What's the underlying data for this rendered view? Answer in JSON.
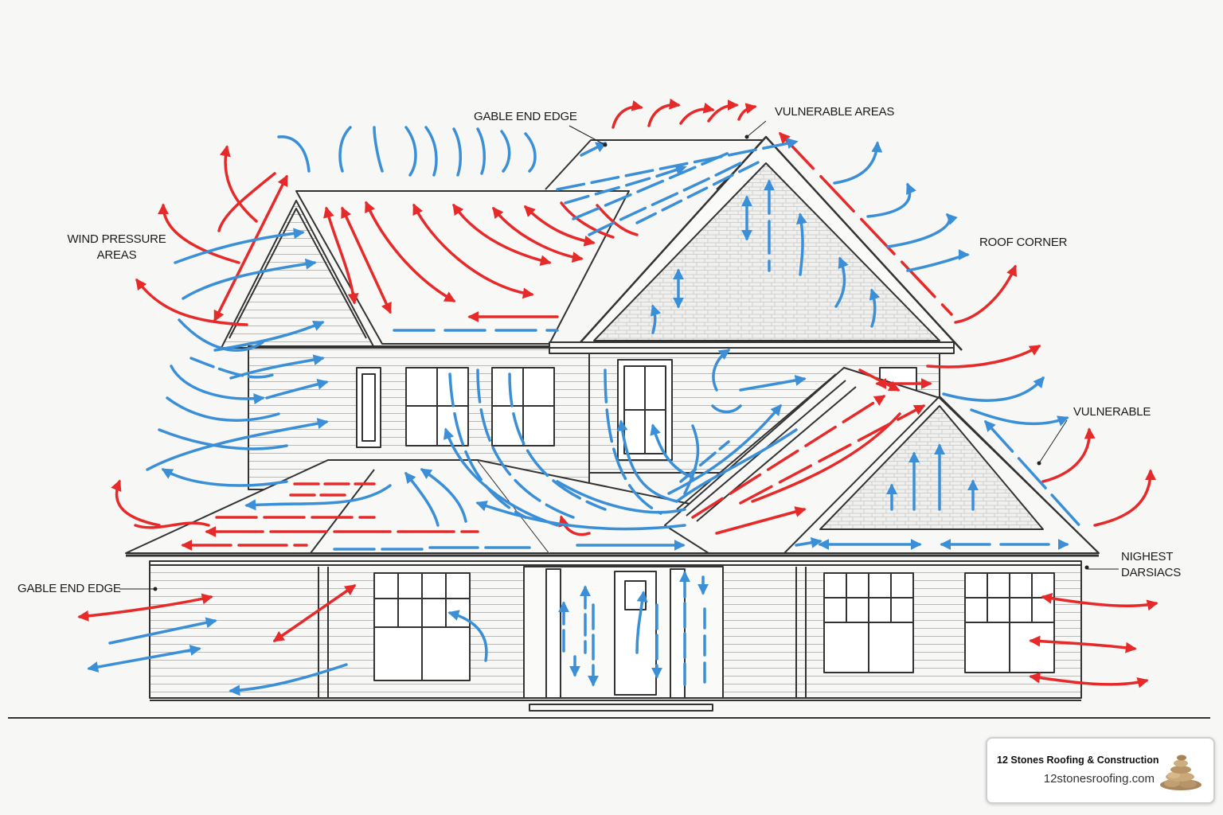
{
  "labels": {
    "gable_end_edge_top": "GABLE END EDGE",
    "vulnerable_areas": "VULNERABLE AREAS",
    "wind_pressure_areas_1": "WIND PRESSURE",
    "wind_pressure_areas_2": "AREAS",
    "roof_corner": "ROOF CORNER",
    "vulnerable": "VULNERABLE",
    "highest_line1": "NIGHEST",
    "highest_line2": "DARSIACS",
    "gable_end_edge_left": "GABLE END EDGE"
  },
  "badge": {
    "company": "12 Stones Roofing & Construction",
    "url": "12stonesroofing.com",
    "logo_icon": "stacked-stones-icon"
  },
  "colors": {
    "red_arrows": "#e62a2a",
    "blue_arrows": "#3b8fd6",
    "outline": "#333333"
  }
}
